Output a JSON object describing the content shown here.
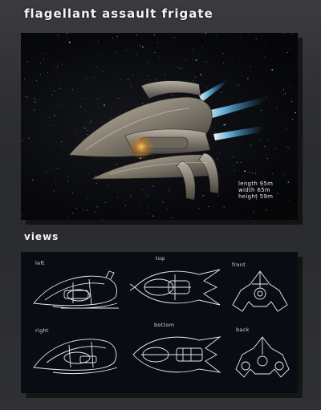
{
  "title": "flagellant assault frigate",
  "stats": {
    "length": "length 95m",
    "width": "width 65m",
    "height": "height 59m"
  },
  "views_heading": "views",
  "view_labels": {
    "left": "left",
    "top": "top",
    "front": "front",
    "right": "right",
    "bottom": "bottom",
    "back": "back"
  }
}
